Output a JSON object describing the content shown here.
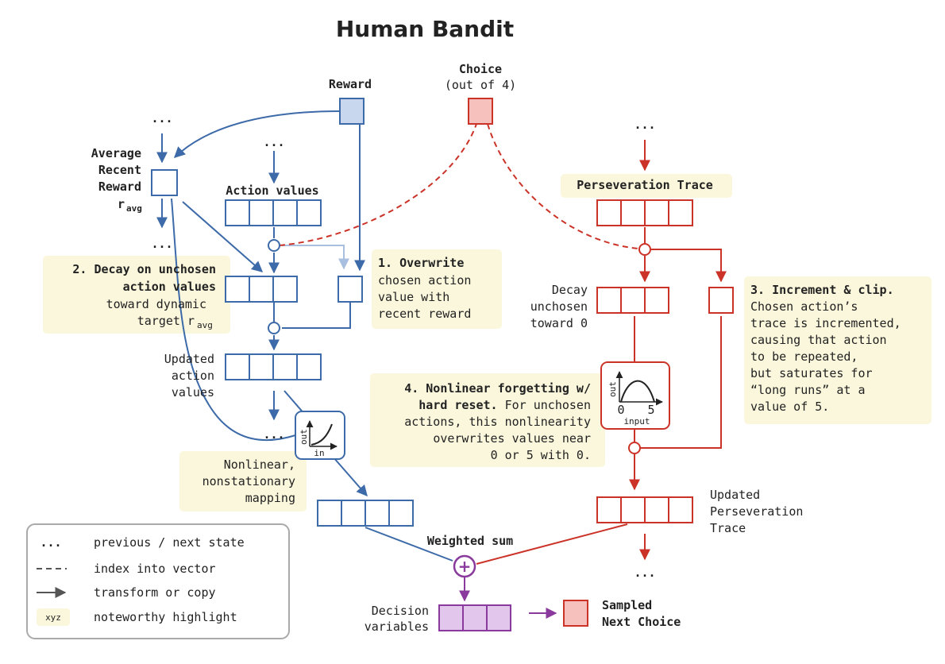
{
  "title": "Human Bandit",
  "colors": {
    "blue": "#3d6aa8",
    "red": "#cc3328",
    "purple": "#8a3a9c",
    "note": "#fbf7dc",
    "lightblue": "#a8bfe0"
  },
  "labels": {
    "reward": "Reward",
    "choice": "Choice",
    "choice_sub": "(out of 4)",
    "dots": "...",
    "avg_line1": "Average",
    "avg_line2": "Recent",
    "avg_line3": "Reward",
    "avg_sym": "r",
    "avg_sub": "avg",
    "action_values": "Action values",
    "updated_line1": "Updated",
    "updated_line2": "action",
    "updated_line3": "values",
    "persev_trace": "Perseveration Trace",
    "decay_line1": "Decay",
    "decay_line2": "unchosen",
    "decay_line3": "toward 0",
    "updated_persev_line1": "Updated",
    "updated_persev_line2": "Perseveration",
    "updated_persev_line3": "Trace",
    "weighted_sum": "Weighted sum",
    "decision_line1": "Decision",
    "decision_line2": "variables",
    "sampled_line1": "Sampled",
    "sampled_line2": "Next Choice",
    "plus": "+",
    "graph_out": "out",
    "graph_in": "in",
    "graph_input": "input",
    "graph_zero": "0",
    "graph_five": "5"
  },
  "notes": {
    "n1_title": "1.  Overwrite",
    "n1_line1": "chosen action",
    "n1_line2": "value with",
    "n1_line3": "recent reward",
    "n2_title1": "2. Decay on unchosen",
    "n2_title2": "action values",
    "n2_line1": "toward dynamic",
    "n2_line2": "target r",
    "n2_sub": "avg",
    "n3_title": "3. Increment & clip.",
    "n3_line1": "Chosen action’s",
    "n3_line2": "trace is incremented,",
    "n3_line3": "causing that action",
    "n3_line4": "to be repeated,",
    "n3_line5": "but saturates for",
    "n3_line6": "“long runs” at a",
    "n3_line7": "value of 5.",
    "n4_title1": "4. Nonlinear forgetting w/",
    "n4_title2": "hard reset.",
    "n4_rest": " For unchosen",
    "n4_line1": "actions, this nonlinearity",
    "n4_line2": "overwrites values near",
    "n4_line3": "0 or 5 with 0.",
    "nonlinear_line1": "Nonlinear,",
    "nonlinear_line2": "nonstationary",
    "nonlinear_line3": "mapping"
  },
  "legend": {
    "items": [
      {
        "key": "...",
        "label": "previous / next state"
      },
      {
        "key": "dashed",
        "label": "index into vector"
      },
      {
        "key": "arrow",
        "label": "transform or copy"
      },
      {
        "key": "xyz",
        "label": "noteworthy highlight"
      }
    ]
  }
}
